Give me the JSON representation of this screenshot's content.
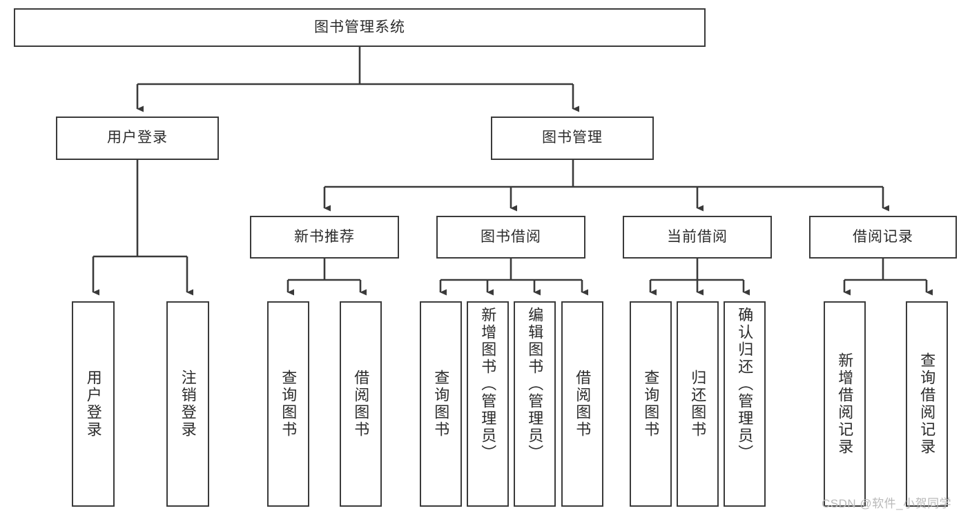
{
  "diagram": {
    "title": "图书管理系统",
    "type": "hierarchy-tree",
    "root": {
      "label": "图书管理系统"
    },
    "level2": [
      {
        "label": "用户登录"
      },
      {
        "label": "图书管理"
      }
    ],
    "level3": [
      {
        "label": "新书推荐"
      },
      {
        "label": "图书借阅"
      },
      {
        "label": "当前借阅"
      },
      {
        "label": "借阅记录"
      }
    ],
    "leaves": {
      "user_login": [
        {
          "label": "用户登录"
        },
        {
          "label": "注销登录"
        }
      ],
      "new_book_recommend": [
        {
          "label": "查询图书"
        },
        {
          "label": "借阅图书"
        }
      ],
      "book_borrow": [
        {
          "label": "查询图书"
        },
        {
          "label": "新增图书（管理员）"
        },
        {
          "label": "编辑图书（管理员）"
        },
        {
          "label": "借阅图书"
        }
      ],
      "current_borrow": [
        {
          "label": "查询图书"
        },
        {
          "label": "归还图书"
        },
        {
          "label": "确认归还（管理员）"
        }
      ],
      "borrow_records": [
        {
          "label": "新增借阅记录"
        },
        {
          "label": "查询借阅记录"
        }
      ]
    }
  },
  "watermark": {
    "text": "CSDN @软件_小贺同学"
  },
  "colors": {
    "stroke": "#3a3a3a",
    "text": "#2b2b2b",
    "background": "#ffffff",
    "watermark": "#b9b9b9"
  }
}
